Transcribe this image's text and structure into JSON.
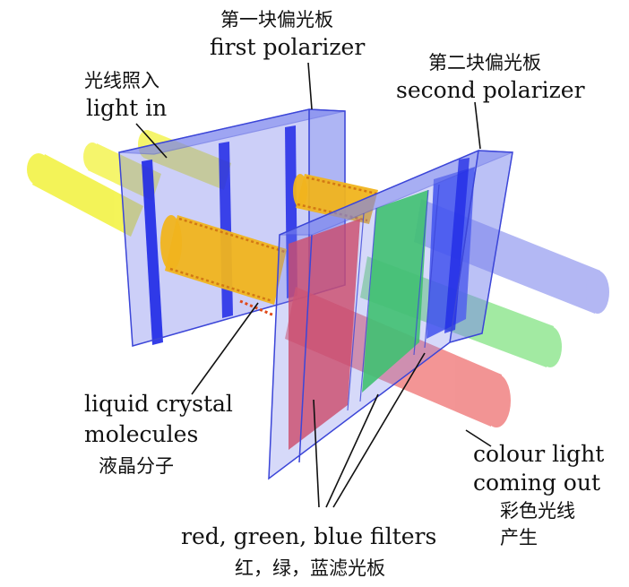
{
  "labels": {
    "first_polarizer_zh": "第一块偏光板",
    "first_polarizer_en": "first polarizer",
    "second_polarizer_zh": "第二块偏光板",
    "second_polarizer_en": "second polarizer",
    "light_in_zh": "光线照入",
    "light_in_en": "light in",
    "liquid_crystal_en_1": "liquid crystal",
    "liquid_crystal_en_2": "molecules",
    "liquid_crystal_zh": "液晶分子",
    "colour_light_en_1": "colour light",
    "colour_light_en_2": "coming out",
    "colour_light_zh_1": "彩色光线",
    "colour_light_zh_2": "产生",
    "filters_en": "red, green, blue filters",
    "filters_zh": "红，绿，蓝滤光板"
  },
  "colors": {
    "incoming_light": "#f2f23c",
    "liquid_crystal": "#f0b41e",
    "panel_fill": "#7a84ee",
    "panel_edge": "#3c46d8",
    "polarizer_slot": "#1e28e6",
    "filter_red": "#f03232",
    "filter_green": "#28dc3c",
    "filter_blue": "#283cf0",
    "beam_red": "#f07a7a",
    "beam_green": "#8ce68c",
    "beam_blue": "#9aa0f0"
  }
}
